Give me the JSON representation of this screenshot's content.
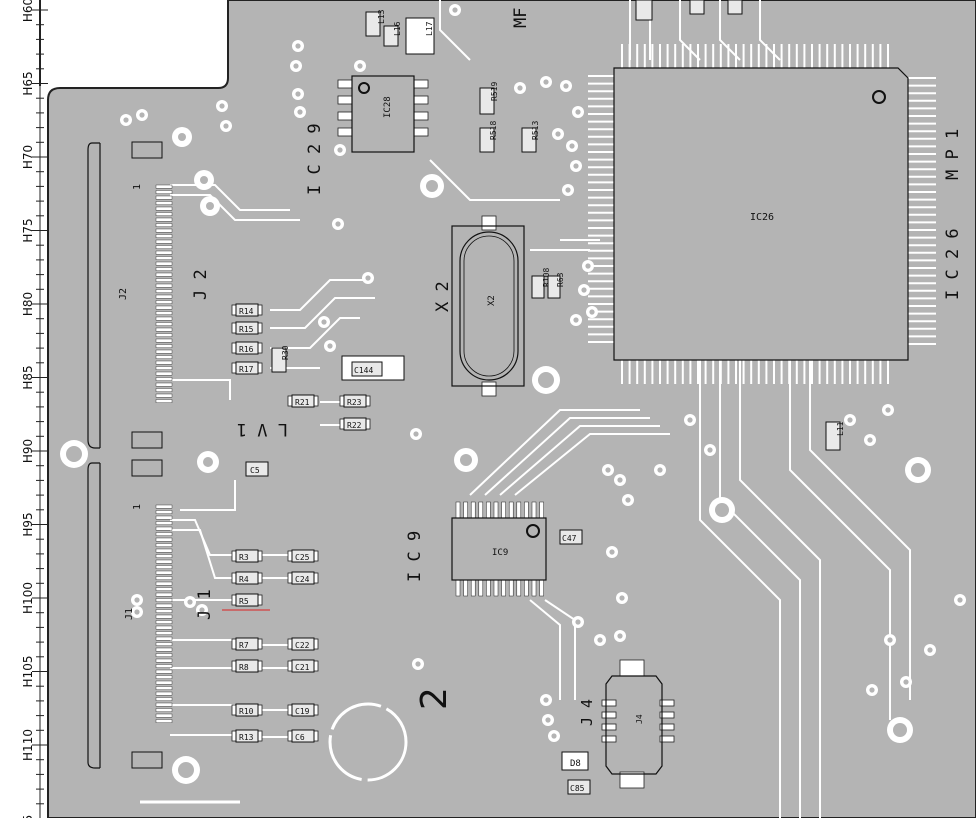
{
  "ruler": {
    "ticks": [
      "H60",
      "H65",
      "H70",
      "H75",
      "H80",
      "H85",
      "H90",
      "H95",
      "H100",
      "H105",
      "H110",
      "5"
    ]
  },
  "silk_labels": {
    "ic29": "I C 2 9",
    "ic26_title": "I C 2 6",
    "mp1": "M P 1",
    "mf": "MF",
    "x2": "X 2",
    "j2": "J 2",
    "lv1": "L V 1",
    "j1": "J 1",
    "ic9": "I C 9",
    "j4": "J 4",
    "num2": "2"
  },
  "components": {
    "ic26": "IC26",
    "ic9": "IC9",
    "ic28": "IC28",
    "x2": "X2",
    "j2_part": "J2",
    "j1_part": "J1",
    "j4_part": "J4",
    "resistors": [
      "R14",
      "R15",
      "R16",
      "R17",
      "R21",
      "R23",
      "R22",
      "R3",
      "R4",
      "R5",
      "R7",
      "R8",
      "R10",
      "R13"
    ],
    "caps_left": [
      "C25",
      "C24",
      "C22",
      "C21",
      "C19",
      "C6"
    ],
    "c5": "C5",
    "c144": "C144",
    "c47": "C47",
    "c85": "C85",
    "d8": "D8",
    "small_top": [
      "L13",
      "L16",
      "L17"
    ],
    "r_group": [
      "R519",
      "R518",
      "R513"
    ],
    "x_side": [
      "R108",
      "R63"
    ],
    "l11": "L11",
    "r30": "R30",
    "pin1_j2": "1",
    "pin1_j1": "1"
  }
}
